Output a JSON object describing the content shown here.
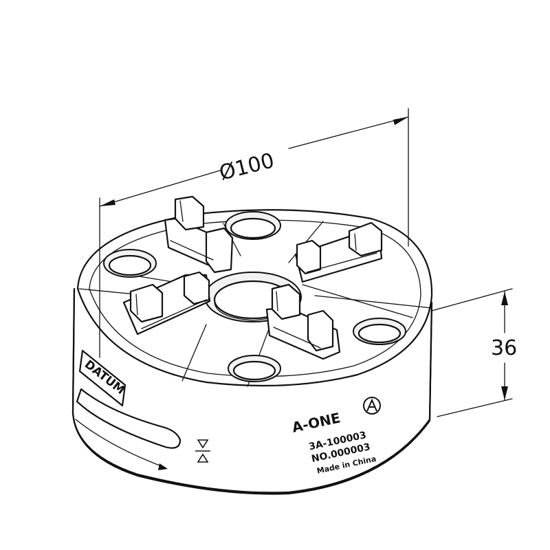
{
  "dimensions": {
    "diameter": "Ø100",
    "height": "36"
  },
  "markings": {
    "datum_label": "DATUM",
    "brand": "A-ONE",
    "model": "3A-100003",
    "serial": "NO.000003",
    "origin": "Made in China"
  },
  "colors": {
    "line": "#111111",
    "background": "#ffffff"
  },
  "icons": {
    "logo": "a-one-logo-icon",
    "adjust": "adjust-arrows-icon"
  }
}
